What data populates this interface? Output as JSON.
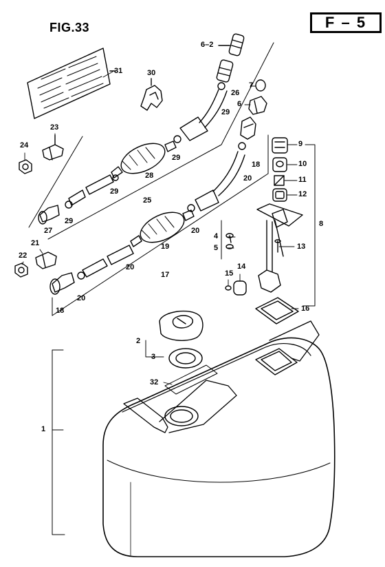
{
  "figure_label": "FIG.33",
  "section_code": "F – 5",
  "callouts": {
    "c1": "1",
    "c2": "2",
    "c3": "3",
    "c4": "4",
    "c5": "5",
    "c6": "6",
    "c6_2": "6–2",
    "c7": "7",
    "c8": "8",
    "c9": "9",
    "c10": "10",
    "c11": "11",
    "c12": "12",
    "c13": "13",
    "c14": "14",
    "c15": "15",
    "c16": "16",
    "c17": "17",
    "c18a": "18",
    "c18b": "18",
    "c19": "19",
    "c20a": "20",
    "c20b": "20",
    "c20c": "20",
    "c20d": "20",
    "c21": "21",
    "c22": "22",
    "c23": "23",
    "c24": "24",
    "c25": "25",
    "c26": "26",
    "c27": "27",
    "c28": "28",
    "c29a": "29",
    "c29b": "29",
    "c29c": "29",
    "c29d": "29",
    "c30": "30",
    "c31": "31",
    "c32": "32"
  }
}
